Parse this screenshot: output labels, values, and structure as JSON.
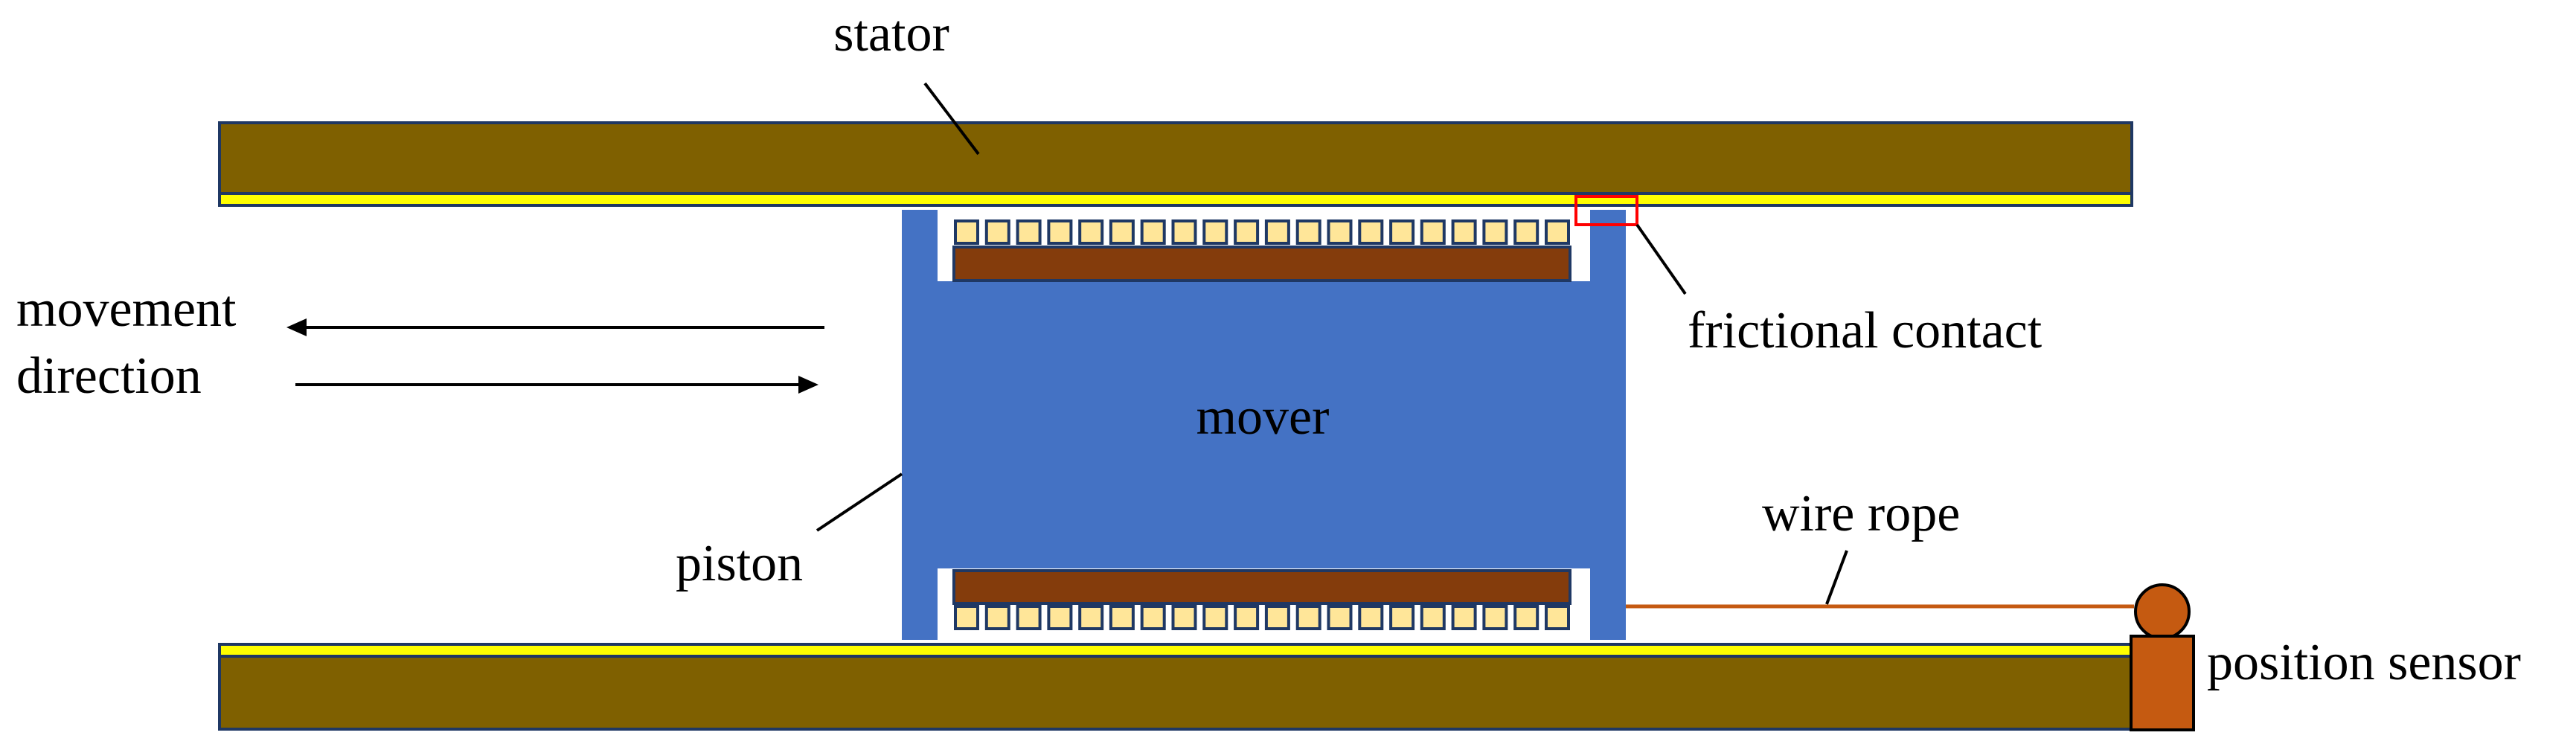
{
  "labels": {
    "stator": "stator",
    "movement_line1": "movement",
    "movement_line2": "direction",
    "frictional_contact": "frictional contact",
    "mover": "mover",
    "piston": "piston",
    "wire_rope": "wire rope",
    "position_sensor": "position sensor"
  },
  "colors": {
    "stator": "#7F6000",
    "stator_border": "#1F3864",
    "guide_strip": "#FFFF00",
    "mover": "#4472C4",
    "coil": "#843C0C",
    "magnet": "#FFE699",
    "sensor": "#C55A11",
    "contact_highlight": "#FF0000",
    "line": "#000000"
  },
  "magnet_count": 20
}
